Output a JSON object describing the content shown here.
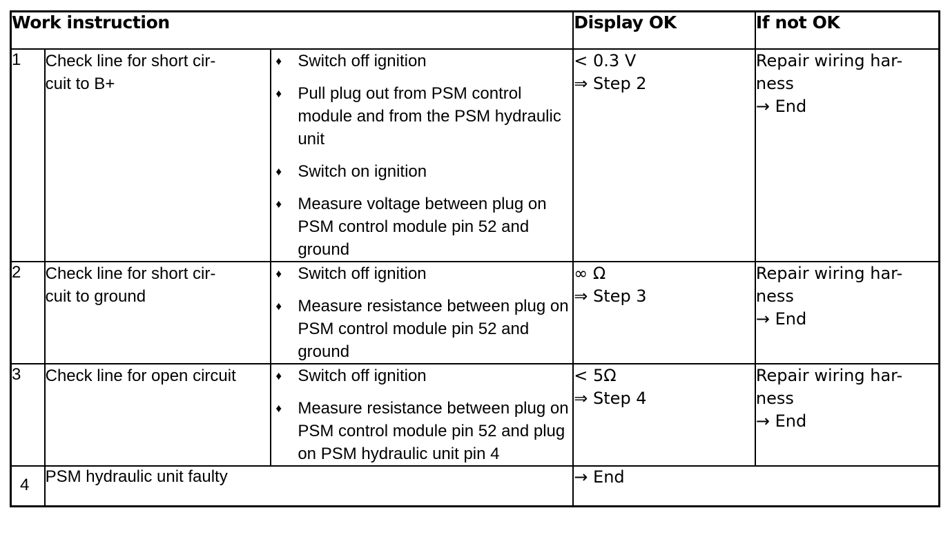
{
  "table": {
    "headers": {
      "work_instruction": "Work instruction",
      "display_ok": "Display OK",
      "if_not_ok": "If not OK"
    },
    "bullet_glyph": "♦",
    "rows": [
      {
        "number": "1",
        "instruction": "Check line for short cir-\ncuit to B+",
        "steps": [
          "Switch off ignition",
          "Pull plug out from PSM control module and from the PSM hydraulic unit",
          "Switch on ignition",
          "Measure voltage between plug on PSM control module pin 52 and ground"
        ],
        "display_ok": "< 0.3 V\n⇒ Step 2",
        "if_not_ok": "Repair wiring har-\nness\n→ End"
      },
      {
        "number": "2",
        "instruction": "Check line for short cir-\ncuit to ground",
        "steps": [
          "Switch off ignition",
          "Measure resistance between plug on PSM control module pin 52 and ground"
        ],
        "display_ok": "∞ Ω\n⇒ Step 3",
        "if_not_ok": "Repair wiring har-\nness\n→ End"
      },
      {
        "number": "3",
        "instruction": "Check line for open circuit",
        "steps": [
          "Switch off ignition",
          "Measure resistance between plug on PSM control module pin 52 and plug on PSM hydraulic unit pin 4"
        ],
        "display_ok": "< 5Ω\n⇒ Step 4",
        "if_not_ok": "Repair wiring har-\nness\n→ End"
      }
    ],
    "final_row": {
      "number": "4",
      "label": "PSM hydraulic unit faulty",
      "result": "→ End"
    }
  }
}
